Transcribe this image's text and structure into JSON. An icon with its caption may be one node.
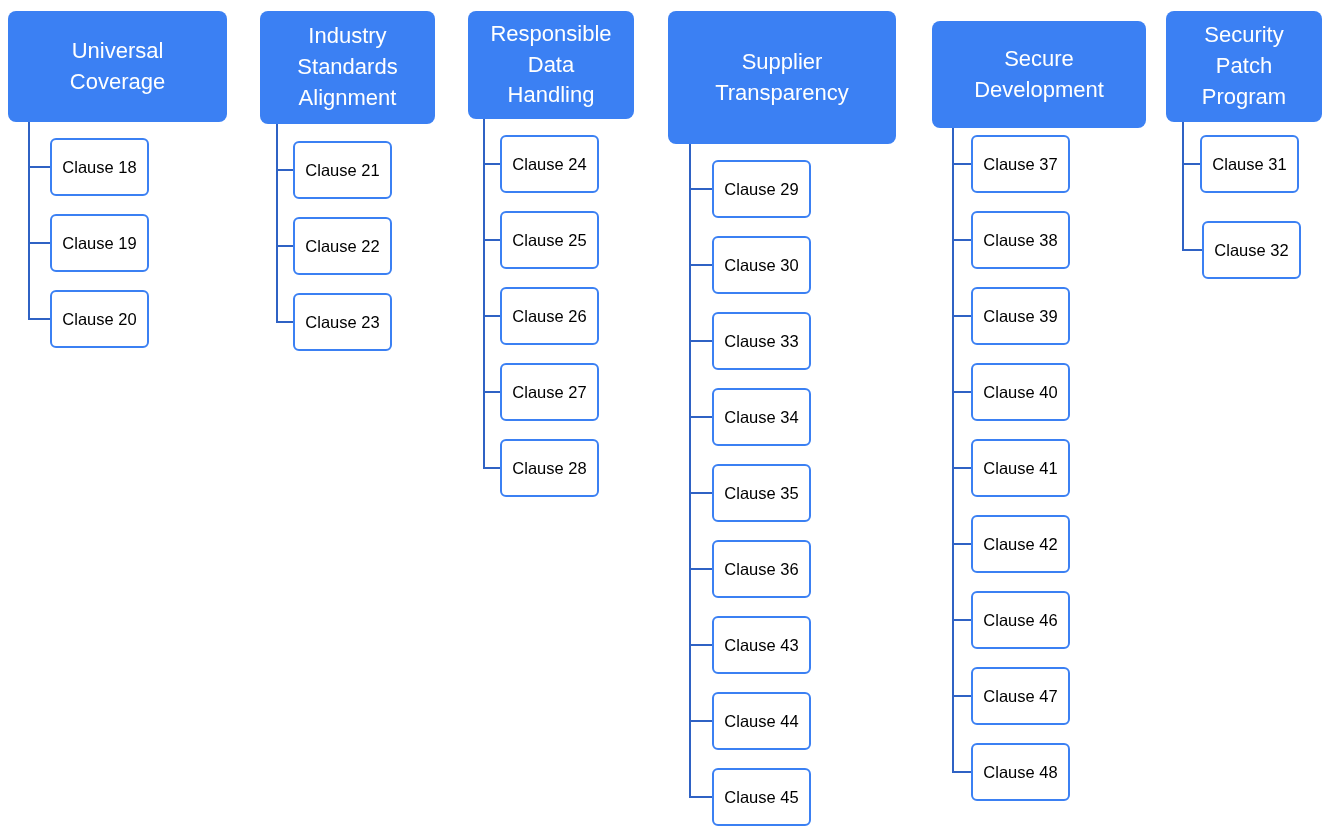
{
  "diagram": {
    "nodes": [
      {
        "text": [
          "Universal Coverage"
        ]
      },
      {
        "text": [
          "Clause 18"
        ]
      },
      {
        "text": [
          "Clause 19"
        ]
      },
      {
        "text": [
          "Clause 20"
        ]
      },
      {
        "text": [
          "Industry Standards Alignment"
        ]
      },
      {
        "text": [
          "Clause 21"
        ]
      },
      {
        "text": [
          "Clause 22"
        ]
      },
      {
        "text": [
          "Clause 23"
        ]
      },
      {
        "text": [
          "Responsible Data Handling"
        ]
      },
      {
        "text": [
          "Clause 24"
        ]
      },
      {
        "text": [
          "Clause 25"
        ]
      },
      {
        "text": [
          "Clause 26"
        ]
      },
      {
        "text": [
          "Clause 27"
        ]
      },
      {
        "text": [
          "Clause 28"
        ]
      },
      {
        "text": [
          "Supplier Transparency"
        ]
      },
      {
        "text": [
          "Clause 29"
        ]
      },
      {
        "text": [
          "Clause 30"
        ]
      },
      {
        "text": [
          "Clause 33"
        ]
      },
      {
        "text": [
          "Clause 34"
        ]
      },
      {
        "text": [
          "Clause 35"
        ]
      },
      {
        "text": [
          "Clause 36"
        ]
      },
      {
        "text": [
          "Clause 43"
        ]
      },
      {
        "text": [
          "Clause 44"
        ]
      },
      {
        "text": [
          "Clause 45"
        ]
      },
      {
        "text": [
          "Secure Development"
        ]
      },
      {
        "text": [
          "Clause 37"
        ]
      },
      {
        "text": [
          "Clause 38"
        ]
      },
      {
        "text": [
          "Clause 39"
        ]
      },
      {
        "text": [
          "Clause 40"
        ]
      },
      {
        "text": [
          "Clause 41"
        ]
      },
      {
        "text": [
          "Clause 42"
        ]
      },
      {
        "text": [
          "Clause 46"
        ]
      },
      {
        "text": [
          "Clause 47"
        ]
      },
      {
        "text": [
          "Clause 48"
        ]
      },
      {
        "text": [
          "Security Patch Program"
        ]
      },
      {
        "text": [
          "Clause 31"
        ]
      },
      {
        "text": [
          "Clause 32"
        ]
      }
    ],
    "edges": [
      {
        "from": 0,
        "to": 1,
        "arrow": "none"
      },
      {
        "from": 0,
        "to": 2,
        "arrow": "none"
      },
      {
        "from": 0,
        "to": 3,
        "arrow": "none"
      },
      {
        "from": 4,
        "to": 5,
        "arrow": "none"
      },
      {
        "from": 4,
        "to": 6,
        "arrow": "none"
      },
      {
        "from": 4,
        "to": 7,
        "arrow": "none"
      },
      {
        "from": 8,
        "to": 9,
        "arrow": "none"
      },
      {
        "from": 8,
        "to": 10,
        "arrow": "none"
      },
      {
        "from": 8,
        "to": 11,
        "arrow": "none"
      },
      {
        "from": 8,
        "to": 12,
        "arrow": "none"
      },
      {
        "from": 8,
        "to": 13,
        "arrow": "none"
      },
      {
        "from": 14,
        "to": 15,
        "arrow": "none"
      },
      {
        "from": 14,
        "to": 16,
        "arrow": "none"
      },
      {
        "from": 14,
        "to": 17,
        "arrow": "none"
      },
      {
        "from": 14,
        "to": 18,
        "arrow": "none"
      },
      {
        "from": 14,
        "to": 19,
        "arrow": "none"
      },
      {
        "from": 14,
        "to": 20,
        "arrow": "none"
      },
      {
        "from": 14,
        "to": 21,
        "arrow": "none"
      },
      {
        "from": 14,
        "to": 22,
        "arrow": "none"
      },
      {
        "from": 14,
        "to": 23,
        "arrow": "none"
      },
      {
        "from": 24,
        "to": 25,
        "arrow": "none"
      },
      {
        "from": 24,
        "to": 26,
        "arrow": "none"
      },
      {
        "from": 24,
        "to": 27,
        "arrow": "none"
      },
      {
        "from": 24,
        "to": 28,
        "arrow": "none"
      },
      {
        "from": 24,
        "to": 29,
        "arrow": "none"
      },
      {
        "from": 24,
        "to": 30,
        "arrow": "none"
      },
      {
        "from": 24,
        "to": 31,
        "arrow": "none"
      },
      {
        "from": 24,
        "to": 32,
        "arrow": "none"
      },
      {
        "from": 24,
        "to": 33,
        "arrow": "none"
      },
      {
        "from": 34,
        "to": 35,
        "arrow": "none"
      },
      {
        "from": 34,
        "to": 36,
        "arrow": "none"
      }
    ]
  }
}
